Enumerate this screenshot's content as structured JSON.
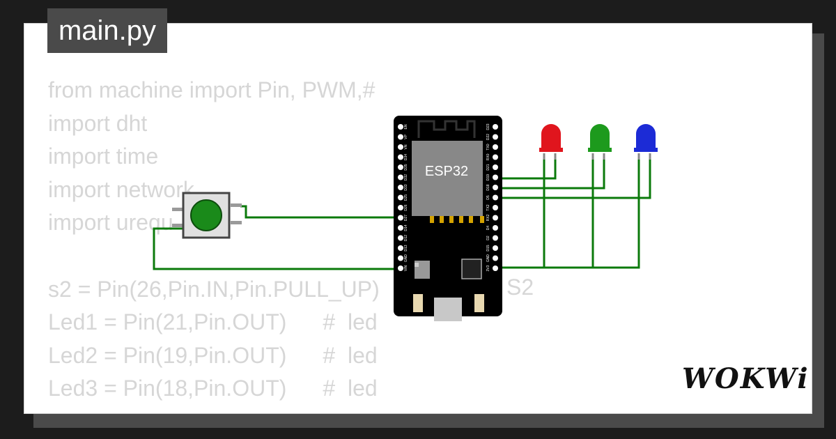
{
  "editor": {
    "filename": "main.py",
    "code_lines": [
      "from machine import Pin, PWM,#",
      "import dht",
      "import time",
      "import network",
      "import urequ",
      "",
      "s2 = Pin(26,Pin.IN,Pin.PULL_UP)",
      "Led1 = Pin(21,Pin.OUT)",
      "Led2 = Pin(19,Pin.OUT)",
      "Led3 = Pin(18,Pin.OUT)"
    ],
    "comments": [
      "#  led",
      "#  led",
      "#  led"
    ],
    "trailing_label": "S2"
  },
  "board": {
    "label": "ESP32",
    "left_pins": [
      "EN",
      "VP",
      "VN",
      "D34",
      "D35",
      "D32",
      "D33",
      "D25",
      "D26",
      "D27",
      "D14",
      "D12",
      "D13",
      "GND",
      "VIN"
    ],
    "right_pins": [
      "D23",
      "D22",
      "TX0",
      "RX0",
      "D21",
      "D19",
      "D18",
      "D5",
      "TX2",
      "RX2",
      "D4",
      "D2",
      "D15",
      "GND",
      "3V3"
    ]
  },
  "components": {
    "leds": [
      {
        "name": "red",
        "color": "#e0151d"
      },
      {
        "name": "green",
        "color": "#1d9a1d"
      },
      {
        "name": "blue",
        "color": "#1c2bd6"
      }
    ],
    "button_color": "#1a8a1a",
    "wire_color": "#0b7a0b"
  },
  "brand": {
    "logo": "WOKWi"
  }
}
